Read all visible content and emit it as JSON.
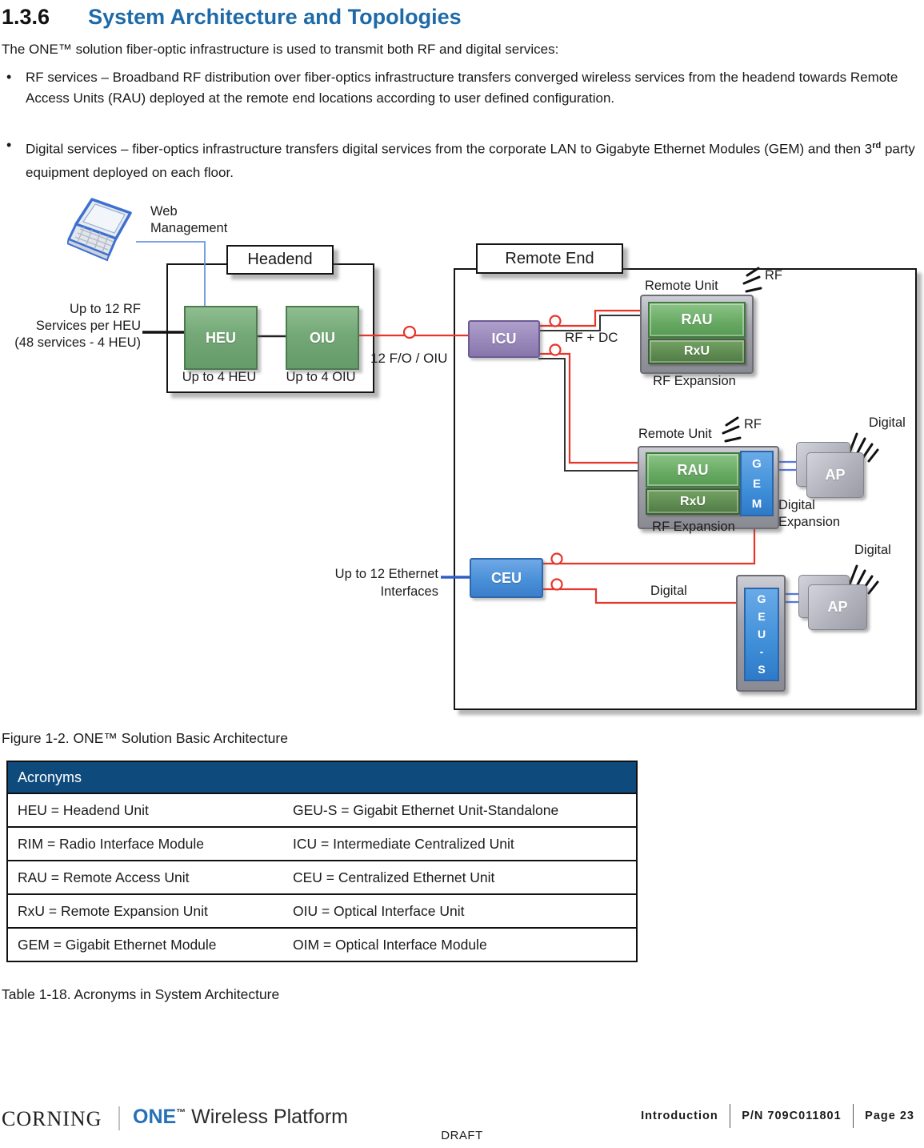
{
  "page": {
    "heading": {
      "number": "1.3.6",
      "title": "System Architecture and Topologies"
    },
    "intro": "The ONE™ solution fiber-optic infrastructure is used to transmit both RF and digital services:",
    "bullet_marker": "•",
    "bullet1": "RF services – Broadband RF distribution over fiber-optics infrastructure transfers converged wireless services from the headend towards Remote Access Units (RAU) deployed at the remote end locations according to user defined configuration.",
    "bullet2_pre": "Digital services – fiber-optics infrastructure transfers digital services from the corporate LAN to Gigabyte Ethernet Modules (GEM) and then 3",
    "bullet2_sup": "rd",
    "bullet2_post": " party equipment deployed on each floor.",
    "figure_caption": "Figure 1-2. ONE™ Solution Basic Architecture",
    "table_caption": "Table 1-18. Acronyms in System Architecture"
  },
  "diagram": {
    "web_management": "Web\nManagement",
    "headend": {
      "label": "Headend",
      "heu": "HEU",
      "oiu": "OIU",
      "heu_caption": "Up to 4 HEU",
      "oiu_caption": "Up to 4 OIU",
      "rf_services_label": "Up to 12 RF\nServices per HEU\n(48 services - 4 HEU)",
      "fiber_label": "12 F/O / OIU"
    },
    "remote_end": {
      "label": "Remote End",
      "icu": "ICU",
      "rf_dc_label": "RF + DC",
      "remote_unit1": {
        "title": "Remote Unit",
        "antenna": "RF",
        "rau": "RAU",
        "rxu": "RxU",
        "caption": "RF Expansion"
      },
      "remote_unit2": {
        "title": "Remote Unit",
        "antenna": "RF",
        "rau": "RAU",
        "rxu": "RxU",
        "gem": "G\nE\nM",
        "caption": "RF Expansion",
        "digital_expansion": "Digital\nExpansion"
      },
      "ap1": {
        "label": "AP",
        "antenna": "Digital"
      },
      "ap2": {
        "label": "AP",
        "antenna": "Digital"
      },
      "ceu": "CEU",
      "ethernet_label": "Up to 12 Ethernet\nInterfaces",
      "digital_link_label": "Digital",
      "geus": "G\nE\nU\n-\nS"
    }
  },
  "table": {
    "header": "Acronyms",
    "rows": [
      [
        "HEU = Headend Unit",
        "GEU-S = Gigabit Ethernet Unit-Standalone"
      ],
      [
        "RIM = Radio Interface Module",
        "ICU = Intermediate Centralized Unit"
      ],
      [
        "RAU = Remote Access Unit",
        "CEU = Centralized Ethernet Unit"
      ],
      [
        "RxU = Remote Expansion Unit",
        "OIU = Optical Interface Unit"
      ],
      [
        "GEM = Gigabit Ethernet Module",
        "OIM = Optical Interface Module"
      ]
    ]
  },
  "footer": {
    "corning": "CORNING",
    "one": "ONE",
    "tm": "™",
    "platform": " Wireless Platform",
    "section": "Introduction",
    "part_number": "P/N 709C011801",
    "page": "Page 23",
    "draft": "DRAFT"
  },
  "colors": {
    "heading_blue": "#1E6AA8",
    "table_header_blue": "#0F4A7D",
    "corning_blue": "#2570B8",
    "wire_red": "#E8342A",
    "wire_blue": "#2F5FC4",
    "box_green": "#74A877",
    "box_purple": "#9A8ABC",
    "box_blue": "#4A90D8",
    "box_gray": "#A3A3AC"
  }
}
